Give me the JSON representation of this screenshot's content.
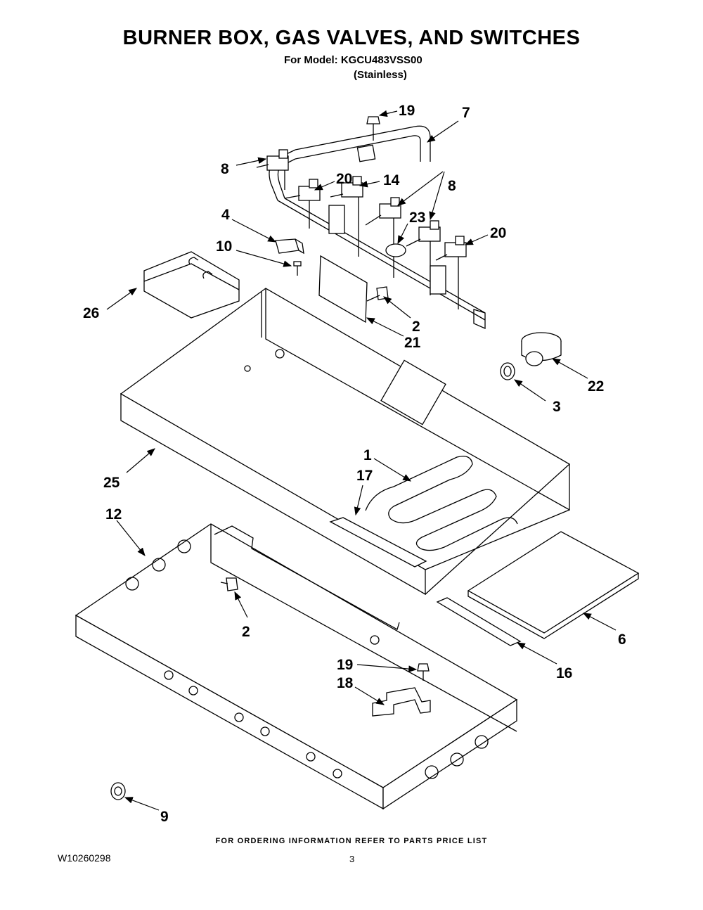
{
  "header": {
    "title": "BURNER BOX, GAS VALVES, AND SWITCHES",
    "model_line": "For Model: KGCU483VSS00",
    "finish": "(Stainless)"
  },
  "callouts": {
    "c1": "1",
    "c2a": "2",
    "c2b": "2",
    "c3": "3",
    "c4": "4",
    "c6": "6",
    "c7": "7",
    "c8a": "8",
    "c8b": "8",
    "c9": "9",
    "c10": "10",
    "c12": "12",
    "c14": "14",
    "c16": "16",
    "c17": "17",
    "c18": "18",
    "c19a": "19",
    "c19b": "19",
    "c20a": "20",
    "c20b": "20",
    "c21": "21",
    "c22": "22",
    "c23": "23",
    "c25": "25",
    "c26": "26"
  },
  "footer": {
    "ordering_note": "FOR ORDERING INFORMATION REFER TO PARTS PRICE LIST",
    "doc_number": "W10260298",
    "page_number": "3"
  }
}
